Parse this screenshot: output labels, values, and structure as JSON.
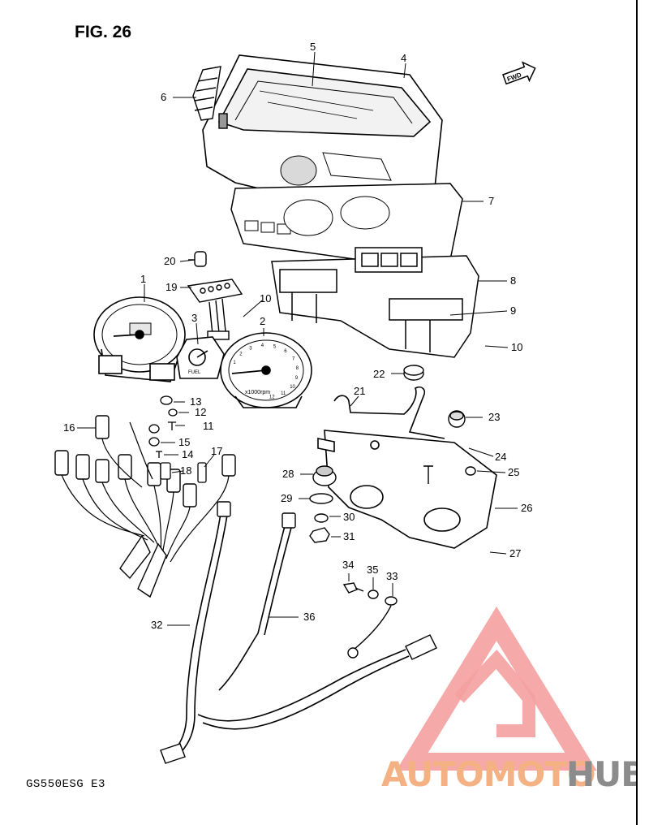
{
  "figure": {
    "title": "FIG. 26",
    "model_code": "GS550ESG  E3",
    "fwd_marker": "FWD"
  },
  "gauge_text": {
    "tacho_unit": "x1000rpm",
    "fuel_label": "FUEL",
    "tacho_ticks": [
      "1",
      "2",
      "3",
      "4",
      "5",
      "6",
      "7",
      "8",
      "9",
      "10",
      "11",
      "12"
    ]
  },
  "parts": [
    {
      "num": "1"
    },
    {
      "num": "2"
    },
    {
      "num": "3"
    },
    {
      "num": "4"
    },
    {
      "num": "5"
    },
    {
      "num": "6"
    },
    {
      "num": "7"
    },
    {
      "num": "8"
    },
    {
      "num": "9"
    },
    {
      "num": "10"
    },
    {
      "num": "10"
    },
    {
      "num": "11"
    },
    {
      "num": "12"
    },
    {
      "num": "13"
    },
    {
      "num": "14"
    },
    {
      "num": "15"
    },
    {
      "num": "16"
    },
    {
      "num": "17"
    },
    {
      "num": "18"
    },
    {
      "num": "19"
    },
    {
      "num": "20"
    },
    {
      "num": "21"
    },
    {
      "num": "22"
    },
    {
      "num": "23"
    },
    {
      "num": "24"
    },
    {
      "num": "25"
    },
    {
      "num": "26"
    },
    {
      "num": "27"
    },
    {
      "num": "28"
    },
    {
      "num": "29"
    },
    {
      "num": "30"
    },
    {
      "num": "31"
    },
    {
      "num": "32"
    },
    {
      "num": "33"
    },
    {
      "num": "34"
    },
    {
      "num": "35"
    },
    {
      "num": "36"
    }
  ],
  "watermark": {
    "word_a": "AUTOMOTO",
    "word_b": "HUB",
    "color_a": "#f4b183",
    "color_b": "#8c8c8c",
    "logo_color": "#f4a0a0"
  }
}
